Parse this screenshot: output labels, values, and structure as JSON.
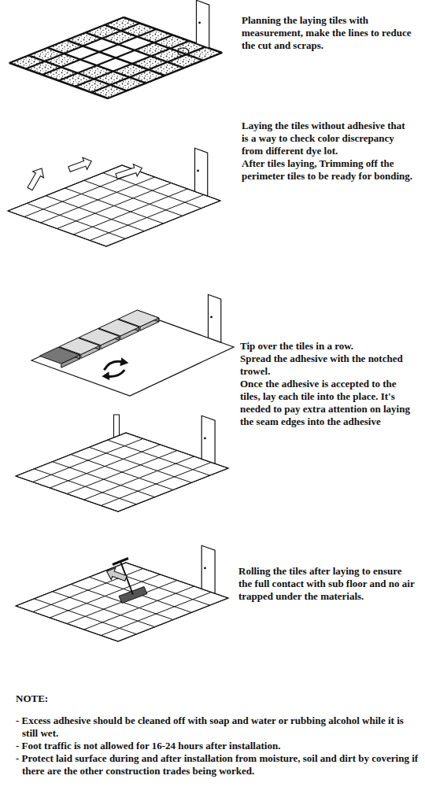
{
  "diagram": {
    "labels": [
      "Planning the laying tiles with measurement, make the lines to reduce the cut and scraps.",
      "Laying the tiles without adhesive that is a way to check color discrepancy from different dye lot.",
      "After tiles laying, Trimming off the perimeter tiles to be ready for bonding.",
      "Tip over the tiles in a row.",
      "Spread the adhesive with the notched trowel.",
      "Once the adhesive is accepted to the tiles, lay each tile into the place. It's needed to pay extra attention on laying the seam edges into the adhesive",
      "Rolling the tiles after laying to ensure the full contact with sub floor and no air trapped under the materials.",
      "NOTE:",
      "- Excess adhesive should be cleaned off with soap and water or rubbing alcohol while it is still wet.",
      "- Foot traffic is not allowed for 16-24 hours after installation.",
      "- Protect laid surface during and after installation from moisture, soil and dirt by covering if there are the other construction trades being worked."
    ]
  }
}
